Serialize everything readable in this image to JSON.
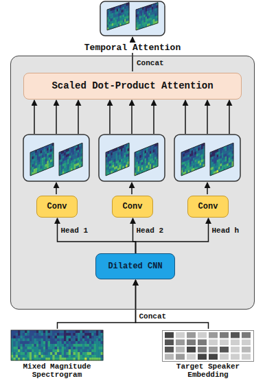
{
  "diagram": {
    "nodes": [
      {
        "text": [
          "Temporal Attention"
        ]
      },
      {
        "text": [
          "Scaled Dot-Product Attention"
        ],
        "in": 0
      },
      {
        "text": [
          "Conv"
        ],
        "in": 0
      },
      {
        "text": [
          "Conv"
        ],
        "in": 0
      },
      {
        "text": [
          "Conv"
        ],
        "in": 0
      },
      {
        "text": [
          "Dilated CNN"
        ],
        "in": 0
      },
      {
        "text": [
          "Mixed Magnitude Spectrogram"
        ]
      },
      {
        "text": [
          "Target Speaker Embedding"
        ]
      }
    ],
    "edges": [
      {
        "from": 5,
        "to": 2,
        "label": "Head 1",
        "arrow": "to"
      },
      {
        "from": 5,
        "to": 3,
        "label": "Head 2",
        "arrow": "to"
      },
      {
        "from": 5,
        "to": 4,
        "label": "Head h",
        "arrow": "to"
      },
      {
        "from": 6,
        "to": 5,
        "label": "Concat",
        "arrow": "to"
      },
      {
        "from": 7,
        "to": 5,
        "arrow": "to"
      }
    ],
    "labels": [
      "Concat"
    ]
  }
}
